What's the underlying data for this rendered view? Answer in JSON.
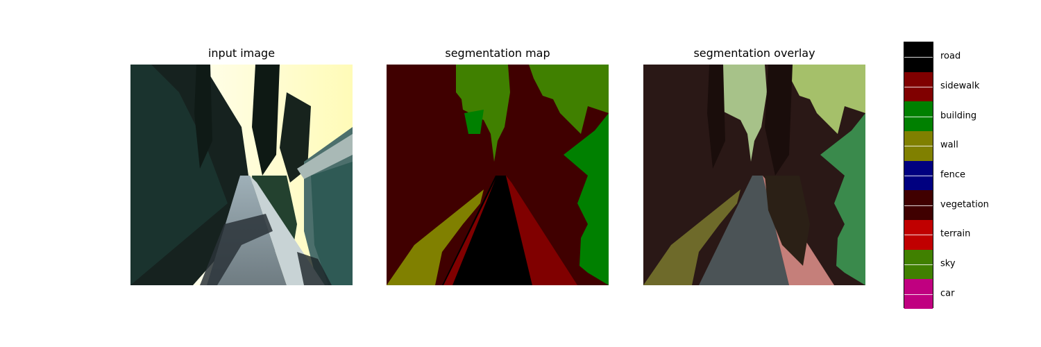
{
  "panels": {
    "input_title": "input image",
    "map_title": "segmentation map",
    "overlay_title": "segmentation overlay"
  },
  "legend": [
    {
      "label": "road",
      "color": "#000000"
    },
    {
      "label": "sidewalk",
      "color": "#800000"
    },
    {
      "label": "building",
      "color": "#008000"
    },
    {
      "label": "wall",
      "color": "#808000"
    },
    {
      "label": "fence",
      "color": "#000080"
    },
    {
      "label": "vegetation",
      "color": "#400000"
    },
    {
      "label": "terrain",
      "color": "#c00000"
    },
    {
      "label": "sky",
      "color": "#408000"
    },
    {
      "label": "car",
      "color": "#c00080"
    }
  ]
}
